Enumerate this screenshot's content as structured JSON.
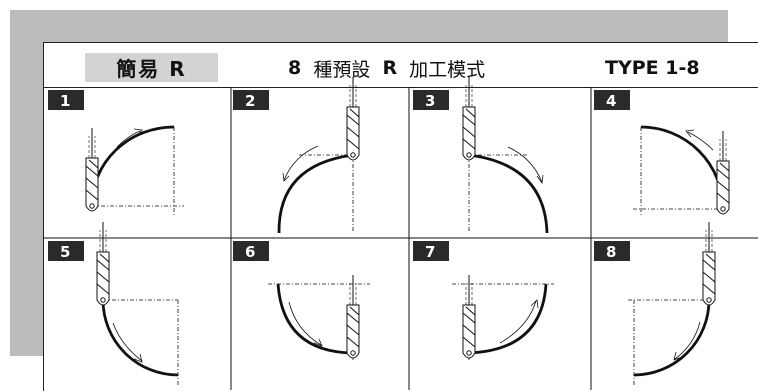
{
  "header": {
    "title": "簡易  R",
    "heading_num": "8",
    "heading_mid": "種預設",
    "heading_r": "R",
    "heading_end": "加工模式",
    "type": "TYPE 1-8"
  },
  "cells": [
    {
      "number": "1"
    },
    {
      "number": "2"
    },
    {
      "number": "3"
    },
    {
      "number": "4"
    },
    {
      "number": "5"
    },
    {
      "number": "6"
    },
    {
      "number": "7"
    },
    {
      "number": "8"
    }
  ],
  "colors": {
    "shadow": "#bcbcbc",
    "title_box": "#d3d3d3",
    "ink": "#111111",
    "badge": "#2a2a2a"
  }
}
